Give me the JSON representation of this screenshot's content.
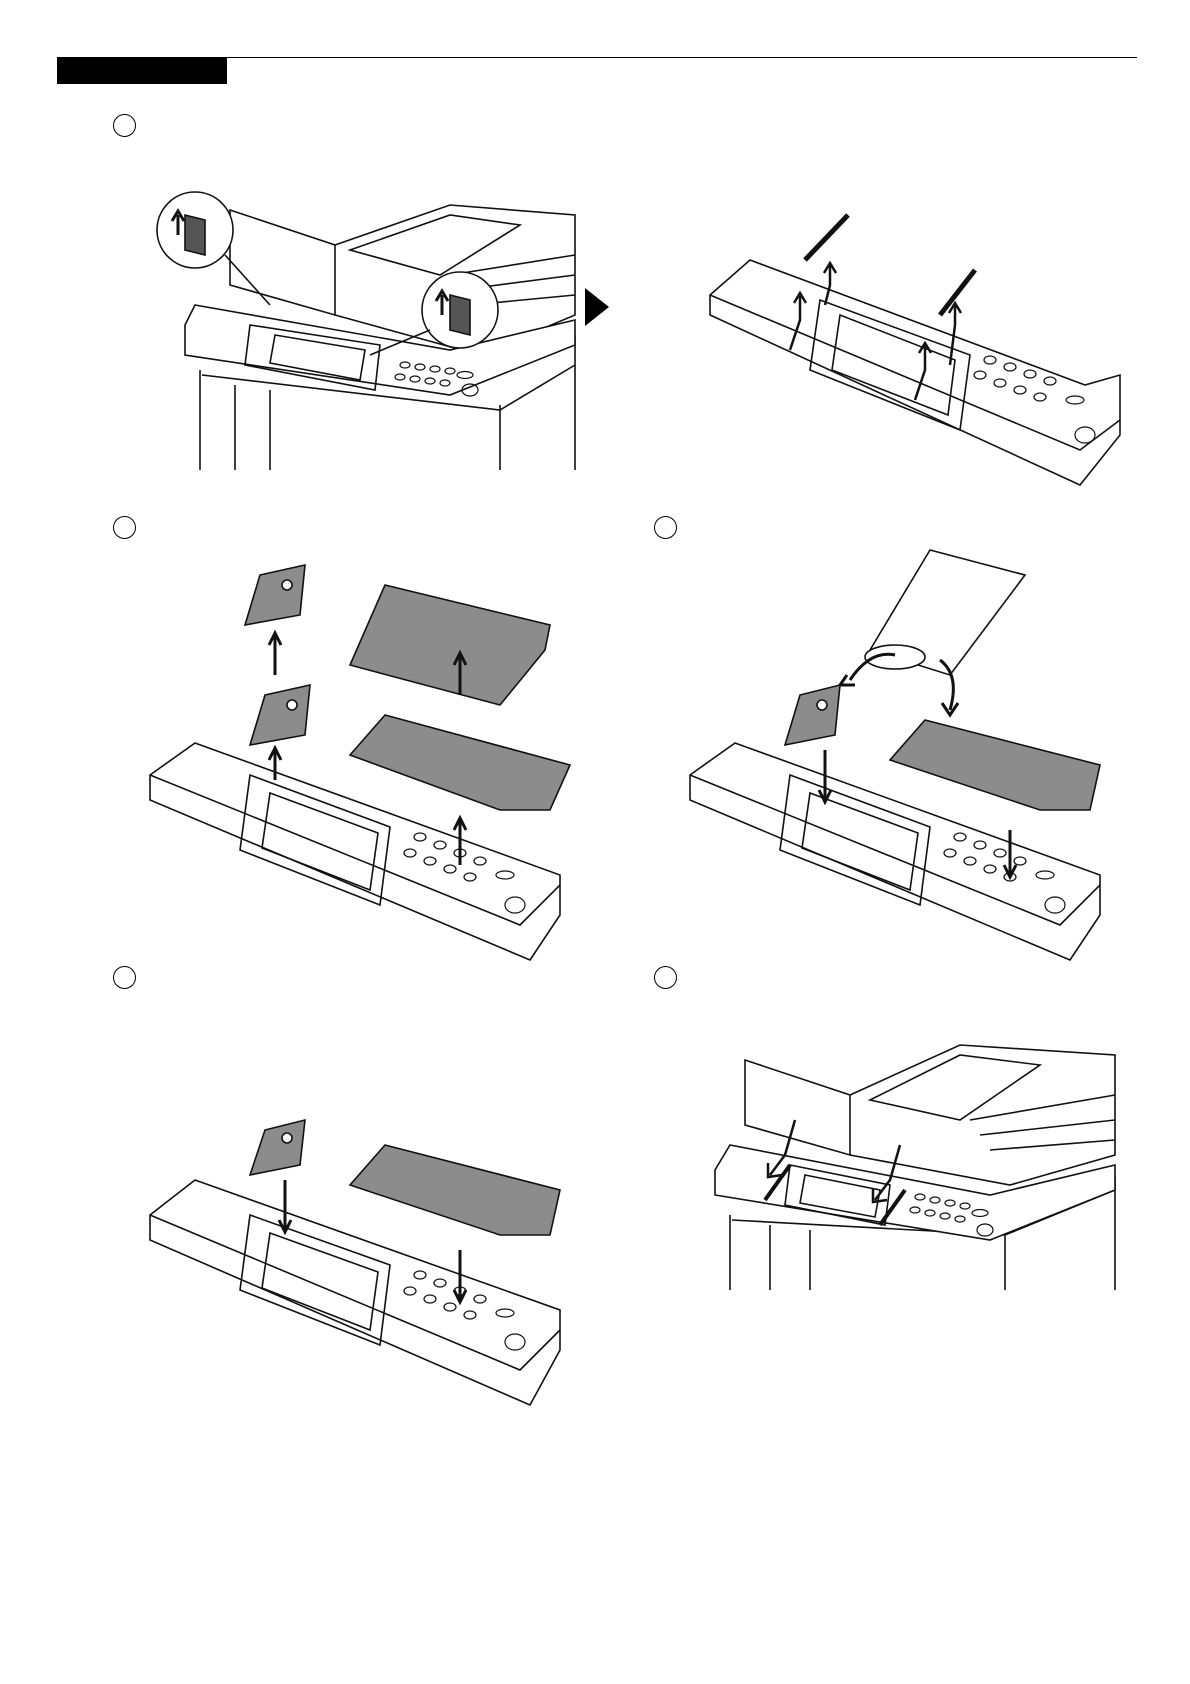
{
  "page": {
    "header": {
      "section_label": ""
    },
    "steps": [
      {
        "id": 1,
        "number_text": "",
        "caption": ""
      },
      {
        "id": 2,
        "number_text": "",
        "caption": ""
      },
      {
        "id": 3,
        "number_text": "",
        "caption": ""
      },
      {
        "id": 4,
        "number_text": "",
        "caption": ""
      },
      {
        "id": 5,
        "number_text": "",
        "caption": ""
      }
    ],
    "colors": {
      "line": "#111111",
      "sheet_fill": "#8c8c8c",
      "background": "#ffffff"
    }
  }
}
